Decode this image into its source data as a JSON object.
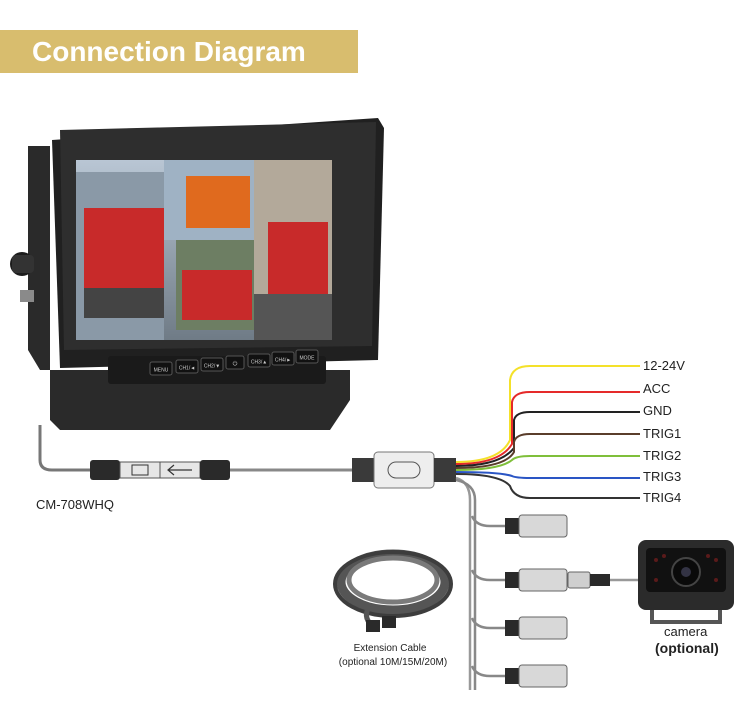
{
  "title": "Connection Diagram",
  "model": "CM-708WHQ",
  "monitor_buttons": [
    "MENU",
    "CH1/◄",
    "CH2/▼",
    "⏻",
    "CH3/▲",
    "CH4/►",
    "MODE"
  ],
  "wire_labels": [
    "12-24V",
    "ACC",
    "GND",
    "TRIG1",
    "TRIG2",
    "TRIG3",
    "TRIG4"
  ],
  "wire_colors": [
    "#f4e12a",
    "#e52a2a",
    "#222222",
    "#5a3d2b",
    "#7fbf3a",
    "#2a55c4",
    "#333333"
  ],
  "extension_cable": {
    "line1": "Extension Cable",
    "line2": "(optional 10M/15M/20M)"
  },
  "camera": {
    "label": "camera",
    "note": "(optional)"
  }
}
